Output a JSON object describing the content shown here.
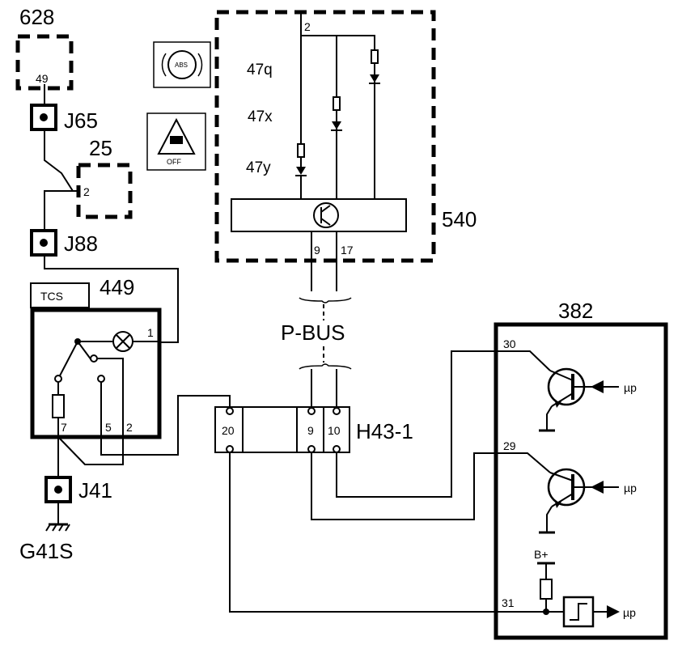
{
  "components": {
    "c628": {
      "id": "628",
      "pin": "49"
    },
    "j65": {
      "label": "J65"
    },
    "c25": {
      "id": "25",
      "pin": "2"
    },
    "j88": {
      "label": "J88"
    },
    "c449": {
      "id": "449",
      "tag": "TCS",
      "pin1": "1",
      "pin7": "7",
      "pin5": "5",
      "pin2": "2"
    },
    "j41": {
      "label": "J41"
    },
    "ground": {
      "label": "G41S"
    },
    "c540": {
      "id": "540",
      "pin2": "2",
      "pin9": "9",
      "pin17": "17",
      "lamps": [
        "47q",
        "47x",
        "47y"
      ]
    },
    "abs_icon": {
      "text": "ABS"
    },
    "tcs_off_icon": {
      "text": "OFF"
    },
    "pbus": {
      "label": "P-BUS"
    },
    "h43": {
      "label": "H43-1",
      "pins": [
        "20",
        "9",
        "10"
      ]
    },
    "c382": {
      "id": "382",
      "pin30": "30",
      "pin29": "29",
      "pin31": "31",
      "supply": "B+",
      "out": "µp"
    }
  }
}
